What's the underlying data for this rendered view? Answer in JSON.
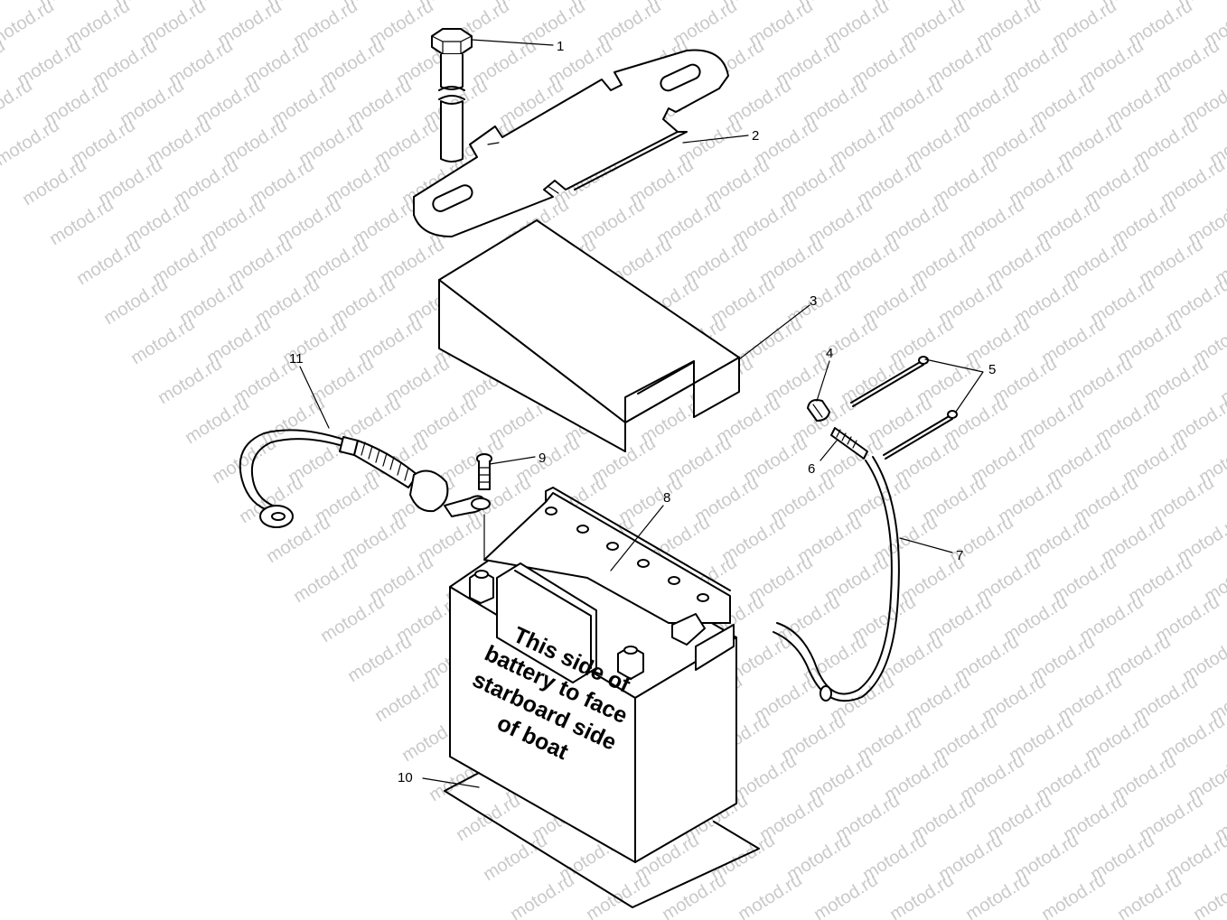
{
  "watermark": {
    "text": "motod.ru"
  },
  "battery_label": {
    "lines": [
      "This side of",
      "battery to face",
      "starboard side",
      "of boat"
    ]
  },
  "callouts": [
    {
      "id": "1",
      "label": "1"
    },
    {
      "id": "2",
      "label": "2"
    },
    {
      "id": "3",
      "label": "3"
    },
    {
      "id": "4",
      "label": "4"
    },
    {
      "id": "5",
      "label": "5"
    },
    {
      "id": "6",
      "label": "6"
    },
    {
      "id": "7",
      "label": "7"
    },
    {
      "id": "8",
      "label": "8"
    },
    {
      "id": "9",
      "label": "9"
    },
    {
      "id": "10",
      "label": "10"
    },
    {
      "id": "11",
      "label": "11"
    }
  ]
}
